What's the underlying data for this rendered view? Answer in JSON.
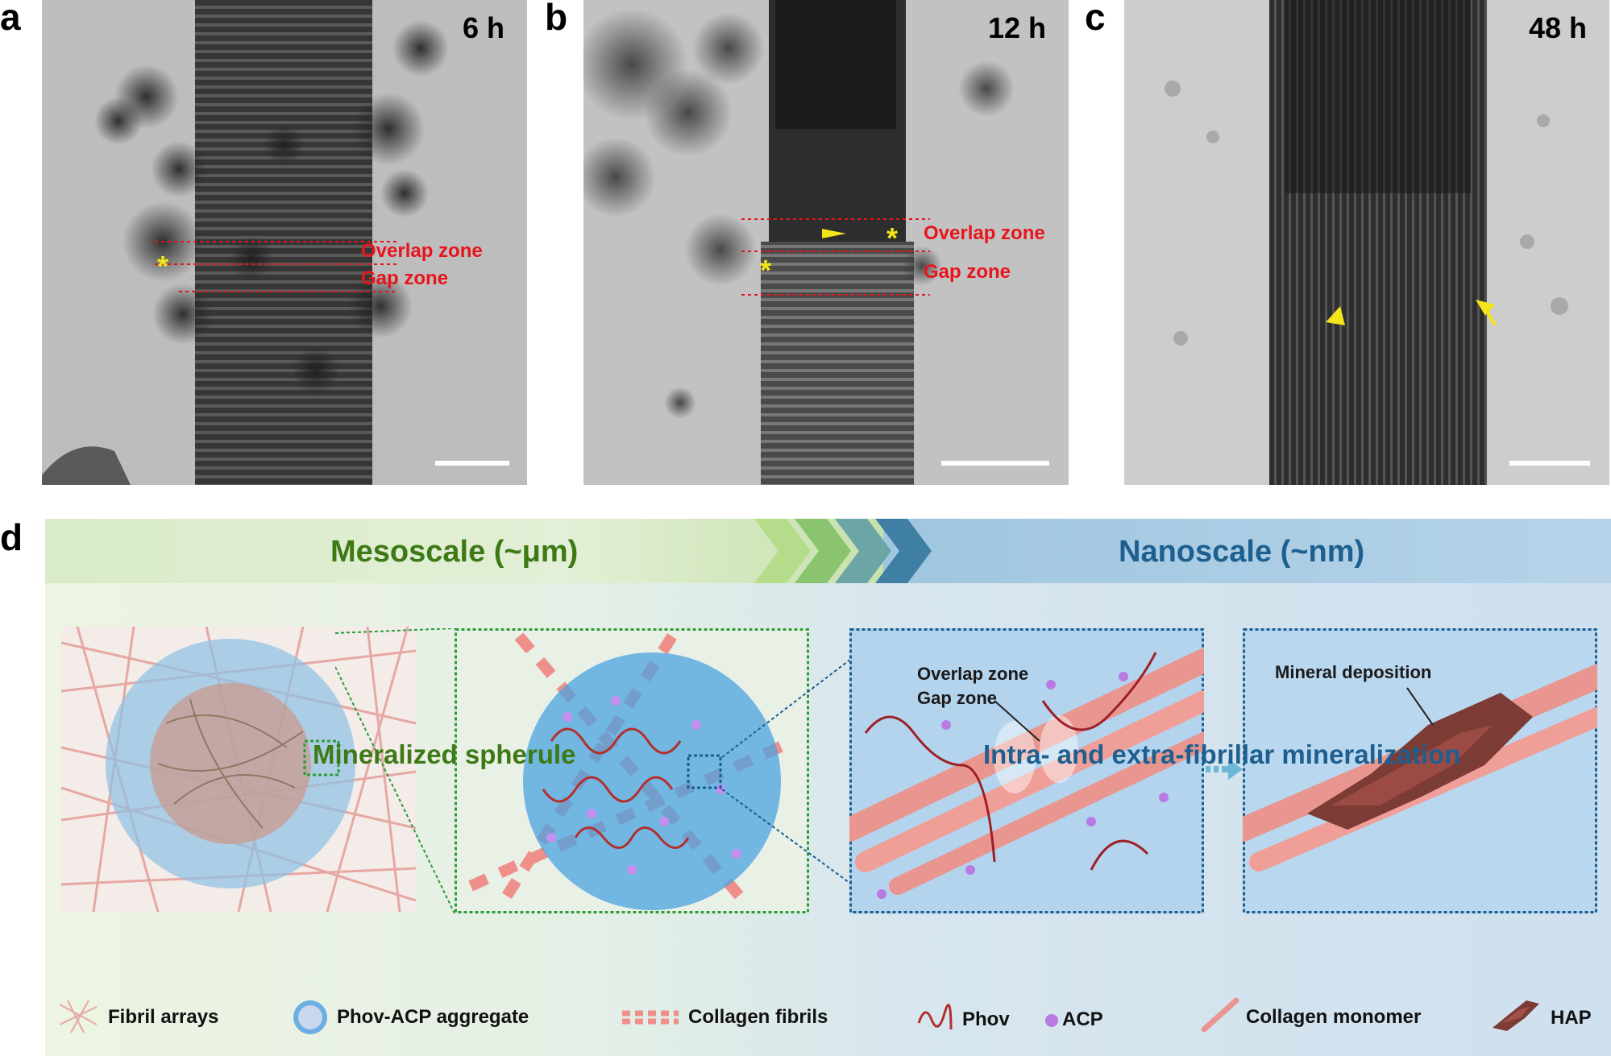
{
  "panels": {
    "a": {
      "label": "a",
      "time": "6 h",
      "overlap": "Overlap zone",
      "gap": "Gap zone"
    },
    "b": {
      "label": "b",
      "time": "12 h",
      "overlap": "Overlap zone",
      "gap": "Gap zone"
    },
    "c": {
      "label": "c",
      "time": "48 h"
    },
    "d": {
      "label": "d"
    }
  },
  "schematic": {
    "mesoscale_title": "Mesoscale (~μm)",
    "nanoscale_title": "Nanoscale (~nm)",
    "mineralized_spherule": "Mineralized spherule",
    "mineralization": "Intra- and extra-fibrillar mineralization",
    "overlap_zone": "Overlap zone",
    "gap_zone": "Gap zone",
    "mineral_deposition": "Mineral deposition"
  },
  "legend": {
    "fibril_arrays": "Fibril arrays",
    "phov_acp_aggregate": "Phov-ACP aggregate",
    "collagen_fibrils": "Collagen fibrils",
    "phov": "Phov",
    "acp": "ACP",
    "collagen_monomer": "Collagen monomer",
    "hap": "HAP"
  },
  "colors": {
    "zone_red": "#e8141c",
    "marker_yellow": "#f3e51a",
    "meso_green": "#3d7a16",
    "nano_blue": "#1d5f8f",
    "mineral_purple": "#b77be3",
    "collagen_pink": "#e88b86"
  }
}
